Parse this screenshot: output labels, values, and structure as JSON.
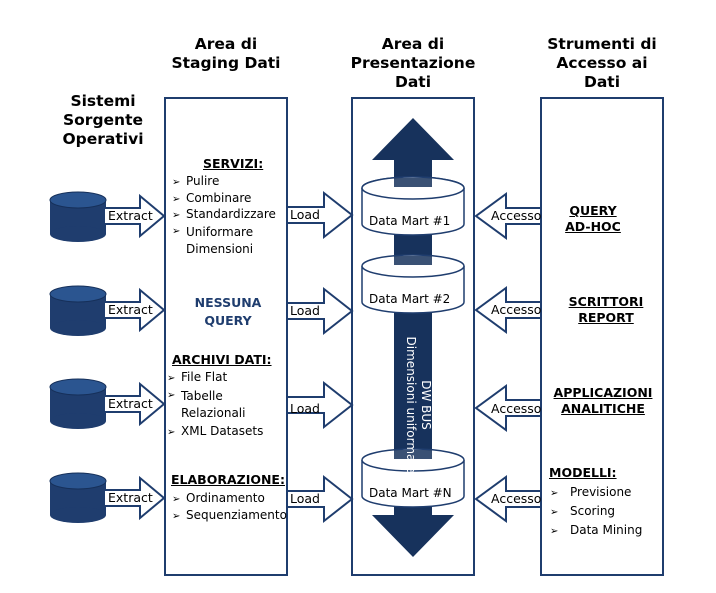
{
  "columns": {
    "sources": "Sistemi\nSorgente\nOperativi",
    "staging": "Area di\nStaging Dati",
    "presentation": "Area di\nPresentazione\nDati",
    "tools": "Strumenti di\nAccesso ai\nDati"
  },
  "extract_label": "Extract",
  "load_label": "Load",
  "access_label": "Accesso",
  "staging": {
    "servizi_title": "SERVIZI:",
    "servizi_items": [
      "Pulire",
      "Combinare",
      "Standardizzare",
      "Uniformare\nDimensioni"
    ],
    "nessuna_query": "NESSUNA\nQUERY",
    "archivi_title": "ARCHIVI DATI:",
    "archivi_items": [
      "File Flat",
      "Tabelle\nRelazionali",
      "XML Datasets"
    ],
    "elaborazione_title": "ELABORAZIONE:",
    "elaborazione_items": [
      "Ordinamento",
      "Sequenziamento"
    ]
  },
  "presentation": {
    "marts": [
      "Data Mart #1",
      "Data Mart #2",
      "Data Mart #N"
    ],
    "bus_line1": "DW BUS",
    "bus_line2": "Dimensioni uniformate"
  },
  "tools": {
    "query": "QUERY\nAD-HOC",
    "scrittori": "SCRITTORI\nREPORT",
    "applicazioni": "APPLICAZIONI\nANALITICHE",
    "modelli_title": "MODELLI:",
    "modelli_items": [
      "Previsione",
      "Scoring",
      "Data Mining"
    ]
  },
  "bullet_glyph": "➢",
  "colors": {
    "navy": "#1f3d6e",
    "navy_dark": "#17325c",
    "outline": "#1f3d6e"
  }
}
